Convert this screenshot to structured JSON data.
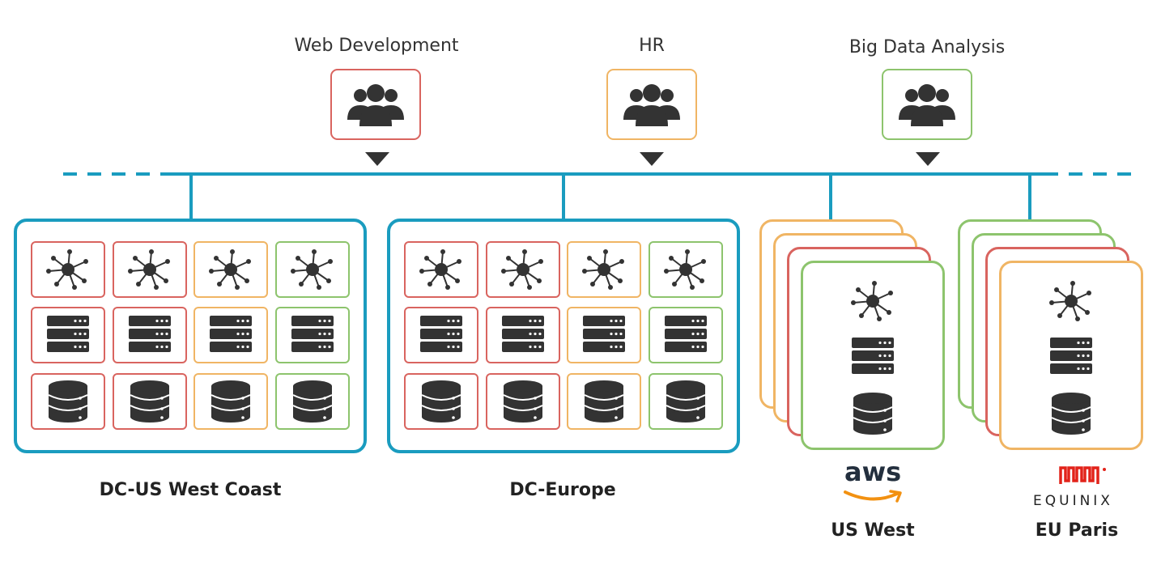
{
  "colors": {
    "red": "#d9645f",
    "orange": "#f0b564",
    "green": "#8dc46d",
    "bus": "#1a9cbf",
    "icon": "#333333"
  },
  "teams": [
    {
      "name": "Web Development",
      "color": "red",
      "icon": "users-icon"
    },
    {
      "name": "HR",
      "color": "orange",
      "icon": "users-icon"
    },
    {
      "name": "Big Data Analysis",
      "color": "green",
      "icon": "users-icon"
    }
  ],
  "datacenters": [
    {
      "name": "DC-US West Coast",
      "column_colors": [
        "red",
        "red",
        "orange",
        "green"
      ],
      "rows": [
        "network-icon",
        "server-icon",
        "database-icon"
      ]
    },
    {
      "name": "DC-Europe",
      "column_colors": [
        "red",
        "red",
        "orange",
        "green"
      ],
      "rows": [
        "network-icon",
        "server-icon",
        "database-icon"
      ]
    }
  ],
  "clouds": [
    {
      "name": "US West",
      "provider": "aws",
      "stack_colors": [
        "orange",
        "orange",
        "red",
        "green"
      ],
      "icons": [
        "network-icon",
        "server-icon",
        "database-icon"
      ]
    },
    {
      "name": "EU Paris",
      "provider": "EQUINIX",
      "stack_colors": [
        "green",
        "green",
        "red",
        "orange"
      ],
      "icons": [
        "network-icon",
        "server-icon",
        "database-icon"
      ]
    }
  ]
}
